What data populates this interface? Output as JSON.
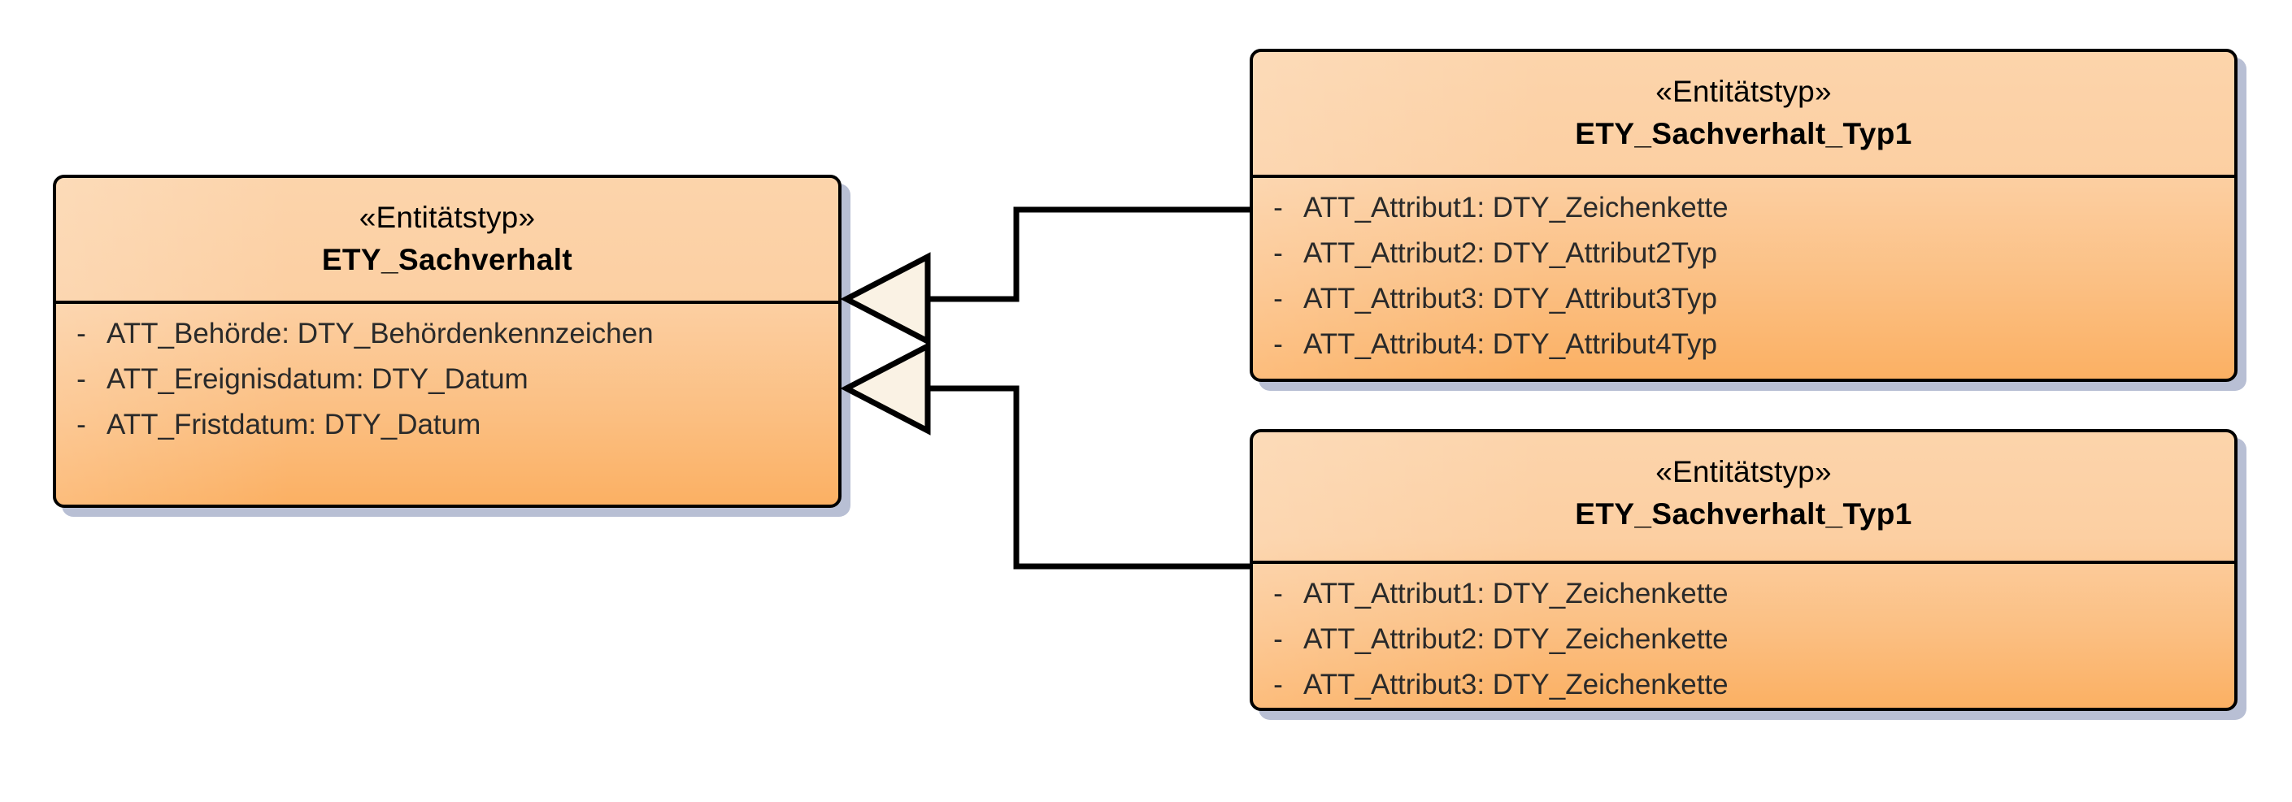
{
  "diagram": {
    "type": "uml-class-diagram",
    "notation": "UML generalization (Entitätstyp / entity type specialization)",
    "background_color": "#ffffff",
    "colors": {
      "class_fill_top": "#fcd4ab",
      "class_fill_bottom": "#fbb063",
      "border": "#000000",
      "shadow": "#b8bfd4",
      "arrowhead_fill": "#faf2e4",
      "text": "#000000",
      "attribute_text": "#2a2a2a"
    }
  },
  "classes": {
    "parent": {
      "stereotype": "«Entitätstyp»",
      "name": "ETY_Sachverhalt",
      "attributes": [
        {
          "visibility": "-",
          "text": "ATT_Behörde: DTY_Behördenkennzeichen"
        },
        {
          "visibility": "-",
          "text": "ATT_Ereignisdatum: DTY_Datum"
        },
        {
          "visibility": "-",
          "text": "ATT_Fristdatum: DTY_Datum"
        }
      ]
    },
    "child_top": {
      "stereotype": "«Entitätstyp»",
      "name": "ETY_Sachverhalt_Typ1",
      "attributes": [
        {
          "visibility": "-",
          "text": "ATT_Attribut1: DTY_Zeichenkette"
        },
        {
          "visibility": "-",
          "text": "ATT_Attribut2: DTY_Attribut2Typ"
        },
        {
          "visibility": "-",
          "text": "ATT_Attribut3: DTY_Attribut3Typ"
        },
        {
          "visibility": "-",
          "text": "ATT_Attribut4: DTY_Attribut4Typ"
        }
      ]
    },
    "child_bottom": {
      "stereotype": "«Entitätstyp»",
      "name": "ETY_Sachverhalt_Typ1",
      "attributes": [
        {
          "visibility": "-",
          "text": "ATT_Attribut1: DTY_Zeichenkette"
        },
        {
          "visibility": "-",
          "text": "ATT_Attribut2: DTY_Zeichenkette"
        },
        {
          "visibility": "-",
          "text": "ATT_Attribut3: DTY_Zeichenkette"
        }
      ]
    }
  },
  "relationships": [
    {
      "kind": "generalization",
      "from": "ETY_Sachverhalt_Typ1",
      "to": "ETY_Sachverhalt",
      "arrowhead": "hollow-triangle",
      "label": ""
    },
    {
      "kind": "generalization",
      "from": "ETY_Sachverhalt_Typ1",
      "to": "ETY_Sachverhalt",
      "arrowhead": "hollow-triangle",
      "label": ""
    }
  ]
}
